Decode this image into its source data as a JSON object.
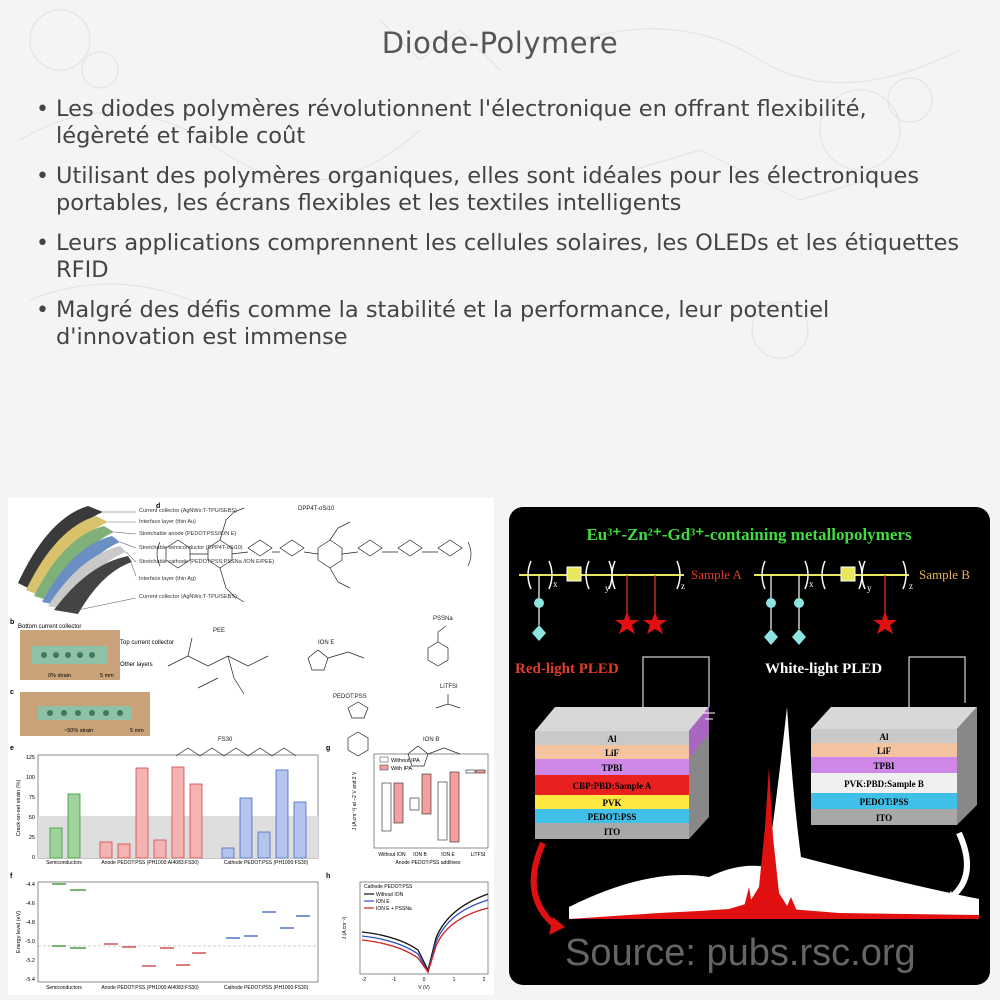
{
  "title": "Diode-Polymere",
  "bullets": [
    "Les diodes polymères révolutionnent l'électronique en offrant flexibilité, légèreté et faible coût",
    "Utilisant des polymères organiques, elles sont idéales pour les électroniques portables, les écrans flexibles et les textiles intelligents",
    "Leurs applications comprennent les cellules solaires, les OLEDs et les étiquettes RFID",
    "Malgré des défis comme la stabilité et la performance, leur potentiel d'innovation est immense"
  ],
  "left_figure": {
    "panel_a_labels": [
      "Current collector (AgNWs:T-TPU/SEBS)",
      "Interface layer (thin Au)",
      "Stretchable anode (PEDOT:PSS/ION E)",
      "Stretchable semiconductor (DPP4T-oSi10)",
      "Stretchable cathode (PEDOT:PSS:PSSNa /ION E/PEE)",
      "Interface layer (thin Ag)",
      "Current collector (AgNWs:T-TPU/SEBS)"
    ],
    "panel_letters": [
      "b",
      "c",
      "d",
      "e",
      "f",
      "g",
      "h"
    ],
    "panel_b": {
      "bottom": "Bottom current collector",
      "top": "Top current collector",
      "other": "Other layers",
      "strain": "0% strain",
      "scale": "5 mm"
    },
    "panel_c": {
      "strain": "~50% strain",
      "scale": "5 mm"
    },
    "panel_d": {
      "labels": [
        "DPP4T-oSi10",
        "PSSNa",
        "PEE",
        "ION E",
        "LiTFSI",
        "PEDOT:PSS",
        "ION B",
        "FS30"
      ]
    },
    "panel_e": {
      "ylabel": "Crack-on-set strain (%)",
      "yticks": [
        "125",
        "100",
        "75",
        "50",
        "25",
        "0"
      ],
      "groups": [
        "Semiconductors",
        "Anode PEDOT:PSS (PH1000:AI4083:FS30)",
        "Cathode PEDOT:PSS (PH1000:FS30)"
      ]
    },
    "panel_f": {
      "ylabel": "Energy level (eV)",
      "yticks": [
        "-4.4",
        "-4.6",
        "-4.8",
        "-5.0",
        "-5.2",
        "-5.4"
      ],
      "groups": [
        "Semiconductors",
        "Anode PEDOT:PSS (PH1000:AI4083:FS30)",
        "Cathode PEDOT:PSS (PH1000:FS30)"
      ]
    },
    "panel_g": {
      "legend": [
        "Without IPA",
        "With IPA"
      ],
      "ylabel": "J (A cm⁻²) at −2 V and 2 V",
      "xlabels": [
        "Without ION",
        "ION B",
        "ION E",
        "LiTFSI"
      ],
      "xtitle": "Anode PEDOT:PSS additives"
    },
    "panel_h": {
      "legend_title": "Cathode PEDOT:PSS",
      "legend": [
        "Without ION",
        "ION E",
        "ION E + PSSNa"
      ],
      "ylabel": "J (A cm⁻²)",
      "xlabel": "V (V)",
      "xticks": [
        "-2",
        "-1",
        "0",
        "1",
        "2"
      ]
    }
  },
  "right_figure": {
    "title": "Eu³⁺-Zn²⁺-Gd³⁺-containing metallopolymers",
    "sample_a": "Sample A",
    "sample_b": "Sample B",
    "red_label": "Red-light PLED",
    "white_label": "White-light PLED",
    "stack_a": [
      "Al",
      "LiF",
      "TPBI",
      "CBP:PBD:Sample A",
      "PVK",
      "PEDOT:PSS",
      "ITO"
    ],
    "stack_b": [
      "Al",
      "LiF",
      "TPBI",
      "PVK:PBD:Sample B",
      "PEDOT:PSS",
      "ITO"
    ],
    "watermark": "Source: pubs.rsc.org",
    "colors": {
      "title": "#3fdc3f",
      "sample": "#e23c2c",
      "red_curve": "#e01010",
      "white_curve": "#ffffff"
    }
  }
}
